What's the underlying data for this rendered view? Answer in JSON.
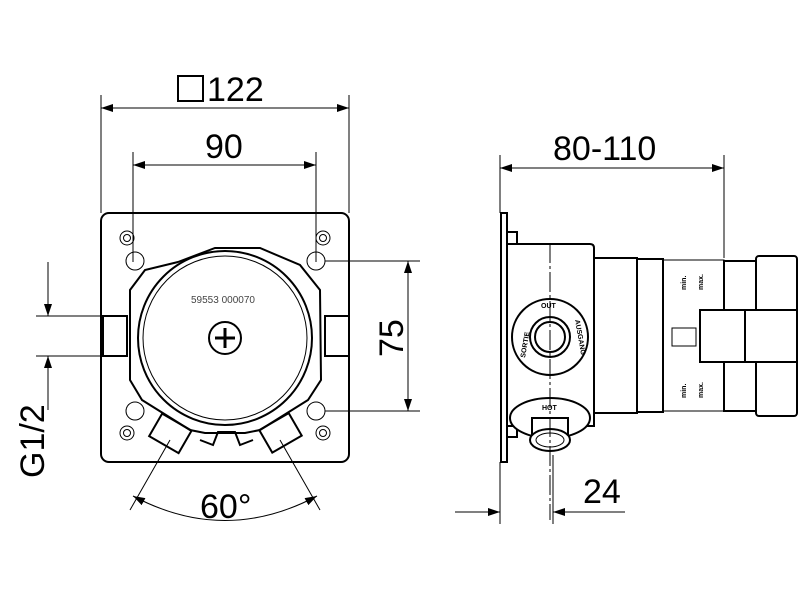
{
  "front_view": {
    "dim_width": "122",
    "dim_width_symbol": "square",
    "dim_hole_spacing": "90",
    "dim_vertical": "75",
    "dim_thread": "G1/2",
    "dim_angle": "60°",
    "part_number": "59553 000070"
  },
  "side_view": {
    "dim_depth": "80-110",
    "dim_offset": "24",
    "label_out": "OUT",
    "label_sortie": "SORTIE",
    "label_ausgang": "AUSGANG",
    "label_hot": "HOT",
    "label_min": "min.",
    "label_max": "max."
  }
}
